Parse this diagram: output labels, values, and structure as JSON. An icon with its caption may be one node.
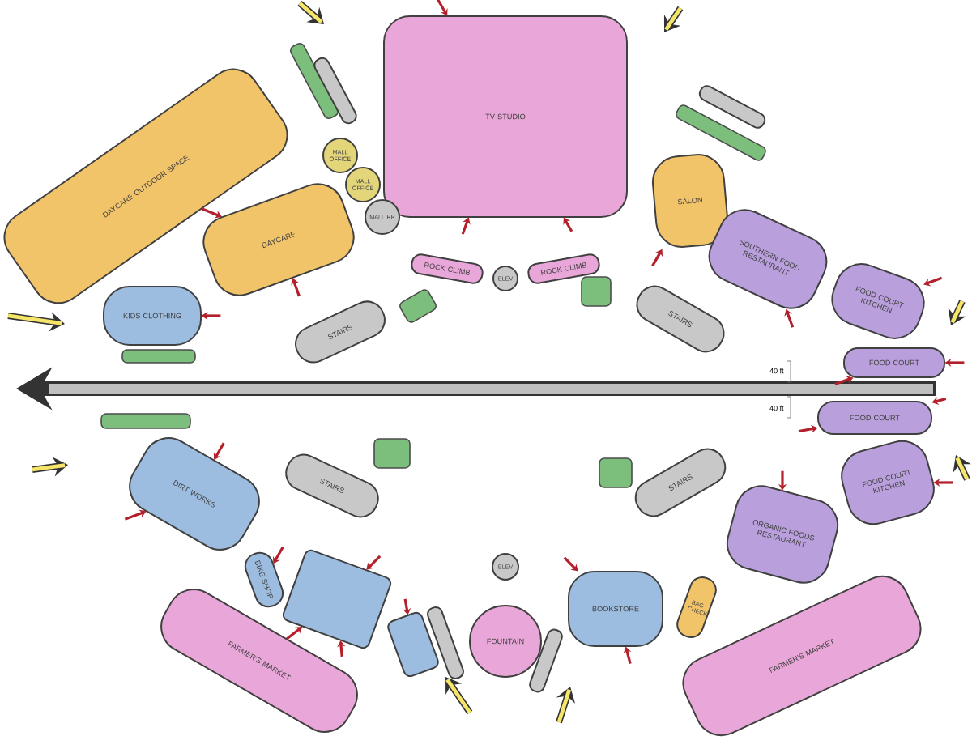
{
  "diagram": {
    "nodes": [
      {
        "text": [
          "TV STUDIO"
        ]
      },
      {
        "text": [
          "ROCK CLIMB"
        ]
      },
      {
        "text": [
          "ELEV"
        ]
      },
      {
        "text": [
          "ROCK CLIMB"
        ]
      },
      {
        "text": [
          "DAYCARE OUTDOOR SPACE"
        ]
      },
      {
        "text": [
          "DAYCARE"
        ]
      },
      {
        "text": [],
        "shape": "bar"
      },
      {
        "text": [
          "MALL OFFICE"
        ]
      },
      {
        "text": [
          "MALL OFFICE"
        ]
      },
      {
        "text": [
          "MALL RR"
        ]
      },
      {
        "text": [
          "KIDS CLOTHING"
        ]
      },
      {
        "text": [
          "STAIRS"
        ]
      },
      {
        "text": [
          "SALON"
        ]
      },
      {
        "text": [],
        "shape": "bar"
      },
      {
        "text": [
          "SOUTHERN FOOD RESTAURANT"
        ]
      },
      {
        "text": [
          "STAIRS"
        ]
      },
      {
        "text": [
          "FOOD COURT KITCHEN"
        ]
      },
      {
        "text": [
          "FOOD COURT"
        ]
      },
      {
        "text": [
          "DIRT WORKS"
        ]
      },
      {
        "text": [
          "STAIRS"
        ]
      },
      {
        "text": [
          "BIKE SHOP"
        ]
      },
      {
        "text": [],
        "shape": "box"
      },
      {
        "text": [],
        "shape": "box"
      },
      {
        "text": [],
        "shape": "bar"
      },
      {
        "text": [
          "ELEV"
        ]
      },
      {
        "text": [
          "FOUNTAIN"
        ]
      },
      {
        "text": [
          "FARMER'S MARKET"
        ]
      },
      {
        "text": [
          "BOOKSTORE"
        ]
      },
      {
        "text": [],
        "shape": "bar"
      },
      {
        "text": [
          "BAG CHECK"
        ]
      },
      {
        "text": [
          "ORGANIC FOODS RESTAURANT"
        ]
      },
      {
        "text": [
          "FOOD COURT KITCHEN"
        ]
      },
      {
        "text": [
          "FOOD COURT"
        ]
      },
      {
        "text": [
          "FARMER'S MARKET"
        ]
      },
      {
        "text": [
          "STAIRS"
        ]
      }
    ],
    "edges": [
      {
        "from": null,
        "to": 0,
        "arrow": "to"
      },
      {
        "from": null,
        "to": 0,
        "arrow": "to"
      },
      {
        "from": null,
        "to": 0,
        "arrow": "to"
      },
      {
        "from": 4,
        "to": 5,
        "arrow": "to"
      },
      {
        "from": null,
        "to": 5,
        "arrow": "to"
      },
      {
        "from": null,
        "to": 10,
        "arrow": "to"
      },
      {
        "from": null,
        "to": 12,
        "arrow": "to"
      },
      {
        "from": null,
        "to": 14,
        "arrow": "to"
      },
      {
        "from": null,
        "to": 16,
        "arrow": "to"
      },
      {
        "from": null,
        "to": 17,
        "arrow": "to"
      },
      {
        "from": null,
        "to": 17,
        "arrow": "to"
      },
      {
        "from": null,
        "to": 18,
        "arrow": "to"
      },
      {
        "from": null,
        "to": 18,
        "arrow": "to"
      },
      {
        "from": null,
        "to": 20,
        "arrow": "to"
      },
      {
        "from": null,
        "to": 21,
        "arrow": "to"
      },
      {
        "from": 26,
        "to": 21,
        "arrow": "to"
      },
      {
        "from": null,
        "to": 21,
        "arrow": "to"
      },
      {
        "from": null,
        "to": 22,
        "arrow": "to"
      },
      {
        "from": null,
        "to": 27,
        "arrow": "to"
      },
      {
        "from": null,
        "to": 27,
        "arrow": "to"
      },
      {
        "from": null,
        "to": 30,
        "arrow": "to"
      },
      {
        "from": null,
        "to": 31,
        "arrow": "to"
      },
      {
        "from": null,
        "to": 32,
        "arrow": "to"
      },
      {
        "from": null,
        "to": 32,
        "arrow": "to"
      }
    ],
    "labels": [
      "40 ft",
      "40 ft"
    ]
  }
}
